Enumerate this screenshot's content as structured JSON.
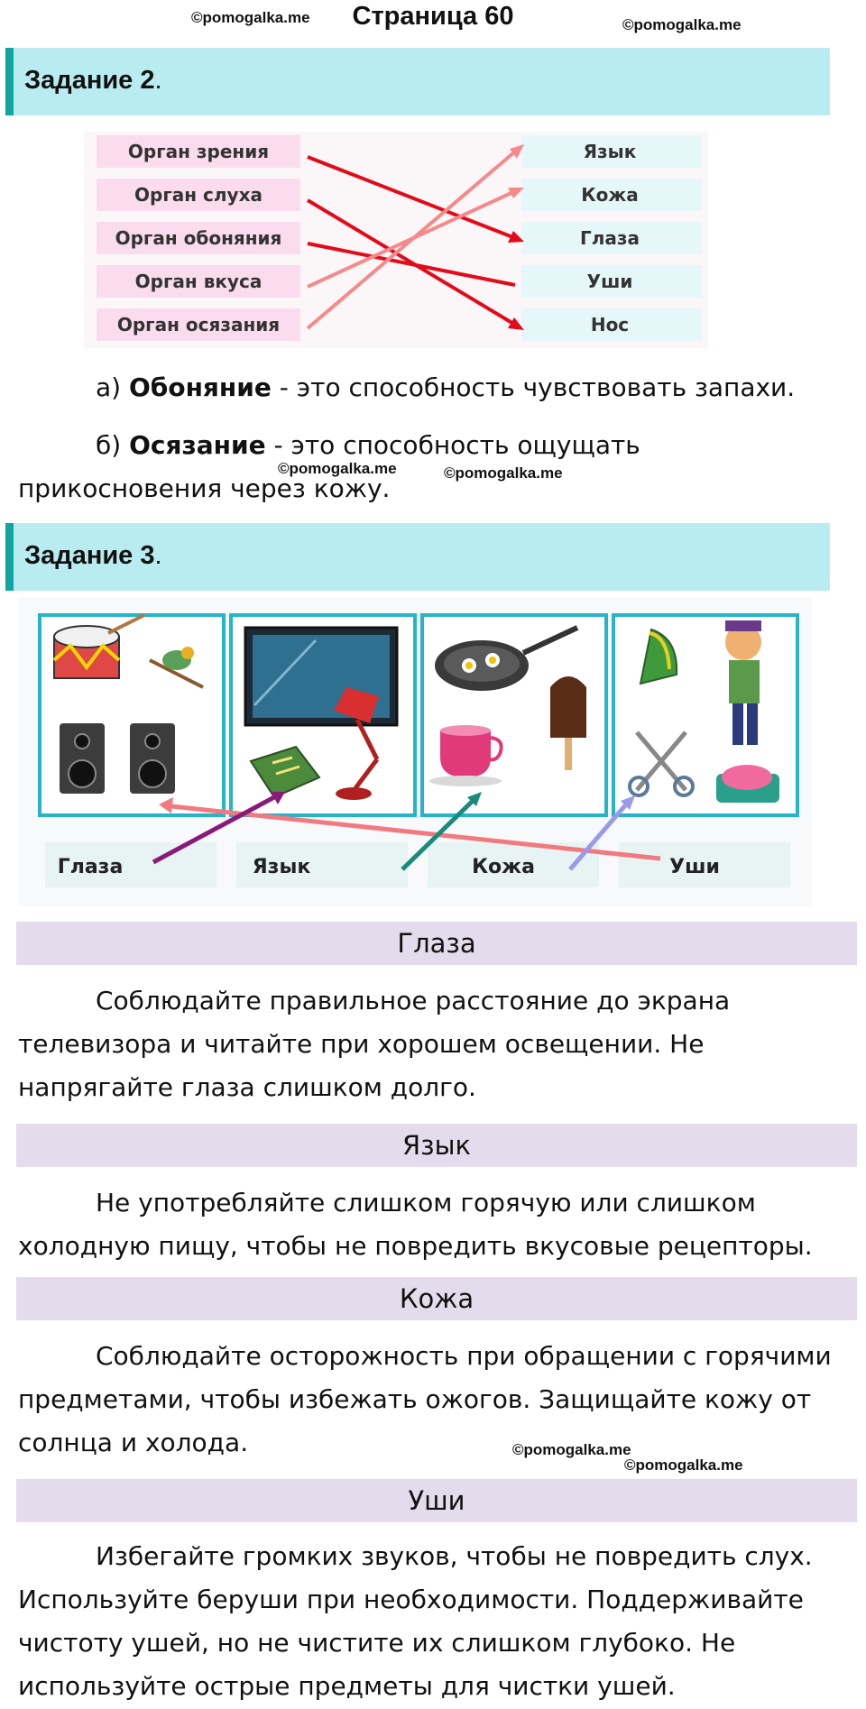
{
  "watermark": "©pomogalka.me",
  "page_title": "Страница 60",
  "task2": {
    "label": "Задание 2",
    "dot": ".",
    "left_items": [
      "Орган зрения",
      "Орган слуха",
      "Орган обоняния",
      "Орган вкуса",
      "Орган осязания"
    ],
    "right_items": [
      "Язык",
      "Кожа",
      "Глаза",
      "Уши",
      "Нос"
    ],
    "line_a_prefix": "а) ",
    "line_a_term": "Обоняние",
    "line_a_rest": " - это способность чувствовать запахи.",
    "line_b_prefix": "б) ",
    "line_b_term": "Осязание",
    "line_b_rest": " - это способность ощущать прикосновения через кожу."
  },
  "task3": {
    "label": "Задание 3",
    "dot": ".",
    "picture_labels": [
      "Глаза",
      "Язык",
      "Кожа",
      "Уши"
    ]
  },
  "sections": [
    {
      "title": "Глаза",
      "text": "Соблюдайте правильное расстояние до экрана телевизора и читайте при хорошем освещении. Не напрягайте глаза слишком долго."
    },
    {
      "title": "Язык",
      "text": "Не употребляйте слишком горячую или слишком холодную пищу, чтобы не повредить вкусовые рецепторы."
    },
    {
      "title": "Кожа",
      "text": "Соблюдайте осторожность при обращении с горячими предметами, чтобы избежать ожогов. Защищайте кожу от солнца и холода."
    },
    {
      "title": "Уши",
      "text": "Избегайте громких звуков, чтобы не повредить слух. Используйте беруши при необходимости. Поддерживайте чистоту ушей, но не чистите их слишком глубоко. Не используйте острые предметы для чистки ушей."
    }
  ],
  "colors": {
    "task_bar": "#b9ecf0",
    "task_accent": "#12a4a0",
    "section_bar": "#e4dcec",
    "left_label_bg": "#fadcee",
    "right_label_bg": "#e6f7fa",
    "frame": "#25b4c8"
  }
}
